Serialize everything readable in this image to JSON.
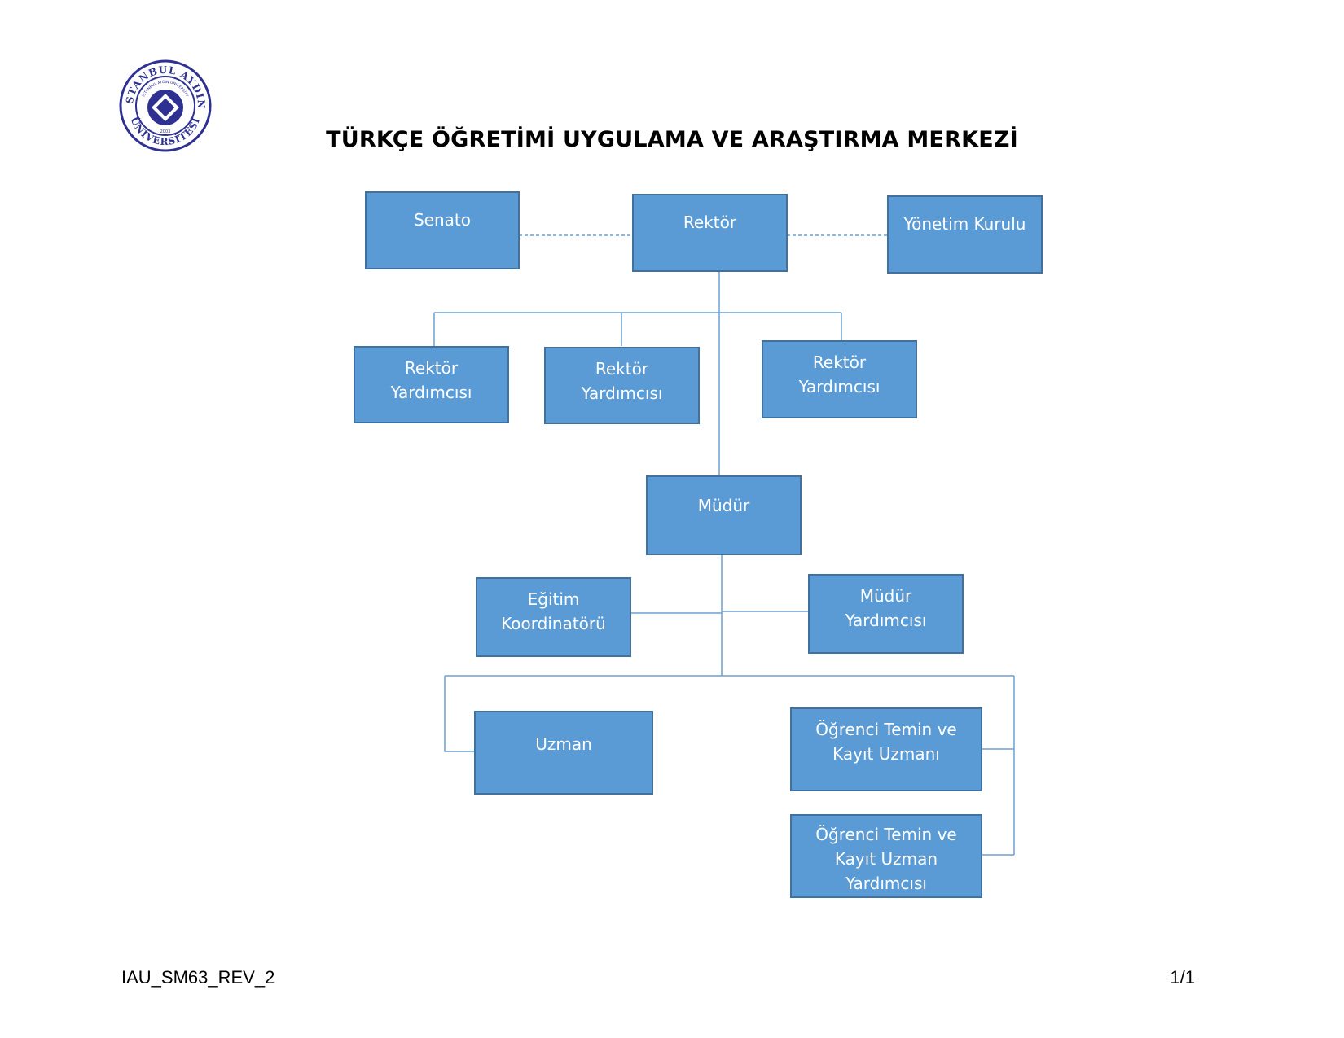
{
  "title": "TÜRKÇE ÖĞRETİMİ UYGULAMA VE ARAŞTIRMA MERKEZİ",
  "logo": {
    "top_text": "İSTANBUL AYDIN",
    "bottom_text": "ÜNİVERSİTESİ",
    "inner_text": "İSTANBUL AYDIN UNIVERSITY",
    "year": "2003",
    "color": "#2e3192"
  },
  "colors": {
    "box_fill": "#5b9bd5",
    "box_border": "#41719c",
    "box_text": "#ffffff",
    "connector": "#6f9fd0"
  },
  "nodes": {
    "senato": "Senato",
    "rektor": "Rektör",
    "yonetim_kurulu": "Yönetim Kurulu",
    "rektor_yardimcisi_1": "Rektör\nYardımcısı",
    "rektor_yardimcisi_2": "Rektör\nYardımcısı",
    "rektor_yardimcisi_3": "Rektör\nYardımcısı",
    "mudur": "Müdür",
    "egitim_koordinatoru": "Eğitim\nKoordinatörü",
    "mudur_yardimcisi": "Müdür\nYardımcısı",
    "uzman": "Uzman",
    "ogrenci_temin_kayit_uzmani": "Öğrenci Temin ve\nKayıt Uzmanı",
    "ogrenci_temin_kayit_uzman_yardimcisi": "Öğrenci Temin ve\nKayıt Uzman\nYardımcısı"
  },
  "footer": {
    "doc_code": "IAU_SM63_REV_2",
    "page": "1/1"
  }
}
